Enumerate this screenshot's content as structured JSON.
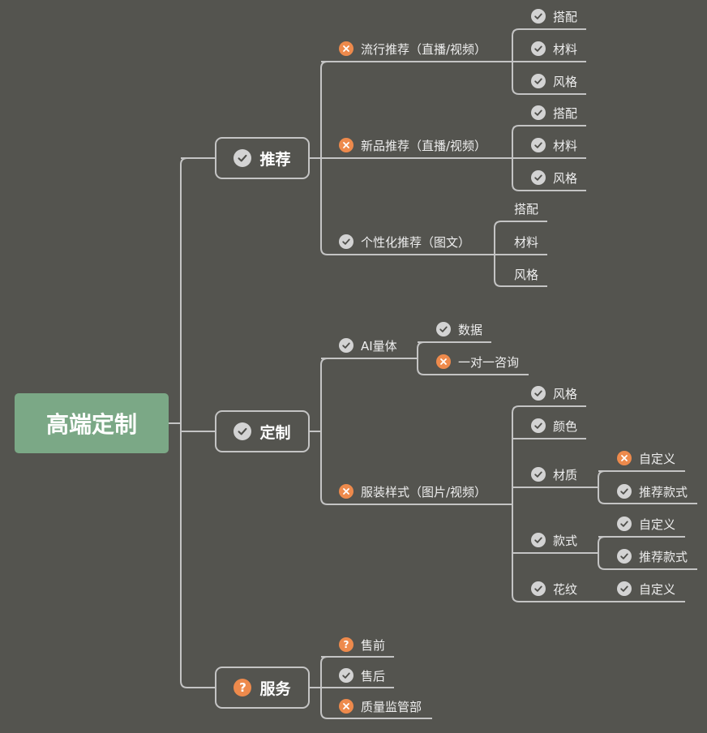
{
  "root": "高端定制",
  "branches": {
    "recommend": {
      "label": "推荐",
      "icon": "check",
      "children": {
        "trend": {
          "label": "流行推荐（直播/视频）",
          "icon": "x",
          "items": [
            "搭配",
            "材料",
            "风格"
          ]
        },
        "newitem": {
          "label": "新品推荐（直播/视频）",
          "icon": "x",
          "items": [
            "搭配",
            "材料",
            "风格"
          ]
        },
        "personal": {
          "label": "个性化推荐（图文）",
          "icon": "check",
          "items": [
            "搭配",
            "材料",
            "风格"
          ]
        }
      }
    },
    "custom": {
      "label": "定制",
      "icon": "check",
      "children": {
        "ai": {
          "label": "AI量体",
          "icon": "check",
          "items": [
            "数据",
            "一对一咨询"
          ]
        },
        "style": {
          "label": "服装样式（图片/视频）",
          "icon": "x",
          "items": {
            "fengge": "风格",
            "yanse": "颜色",
            "caizhi": {
              "label": "材质",
              "items": [
                "自定义",
                "推荐款式"
              ]
            },
            "kuanshi": {
              "label": "款式",
              "items": [
                "自定义",
                "推荐款式"
              ]
            },
            "huawen": {
              "label": "花纹",
              "items": [
                "自定义"
              ]
            }
          }
        }
      }
    },
    "service": {
      "label": "服务",
      "icon": "question",
      "children": [
        "售前",
        "售后",
        "质量监管部"
      ]
    }
  },
  "colors": {
    "background": "#54544f",
    "root_fill": "#7ba886",
    "line": "#c4c4c4",
    "done_icon": "#d3d3d3",
    "cancel_icon": "#ee8a4c",
    "question_icon": "#ee8a4c"
  },
  "icons": {
    "check": "check-circle-icon",
    "x": "cross-circle-icon",
    "question": "question-circle-icon"
  }
}
